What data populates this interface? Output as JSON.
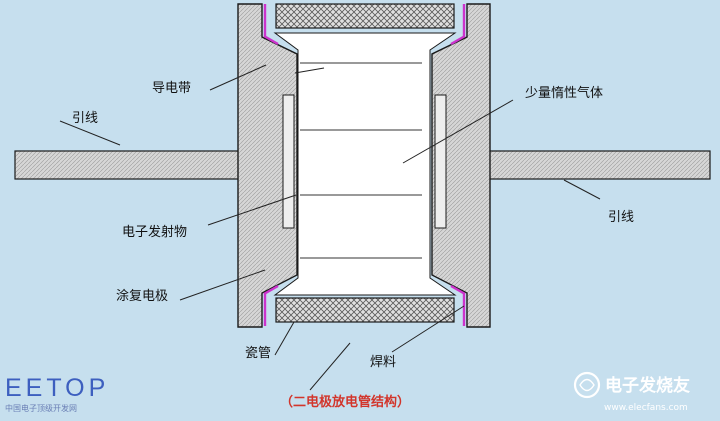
{
  "labels": {
    "conductive_strip": "导电带",
    "lead_left": "引线",
    "lead_right": "引线",
    "inert_gas": "少量惰性气体",
    "electron_emitter": "电子发射物",
    "coated_electrode": "涂复电极",
    "ceramic_tube": "瓷管",
    "solder": "焊料"
  },
  "caption": "（二电极放电管结构）",
  "watermark": {
    "brand": "EETOP",
    "brand_sub": "中国电子顶级开发网",
    "site": "电子发烧友",
    "site_url": "www.elecfans.com"
  },
  "colors": {
    "background": "#c6dfee",
    "solder": "#cc33cc",
    "caption": "#d2352b",
    "outline": "#1a1a1a"
  }
}
